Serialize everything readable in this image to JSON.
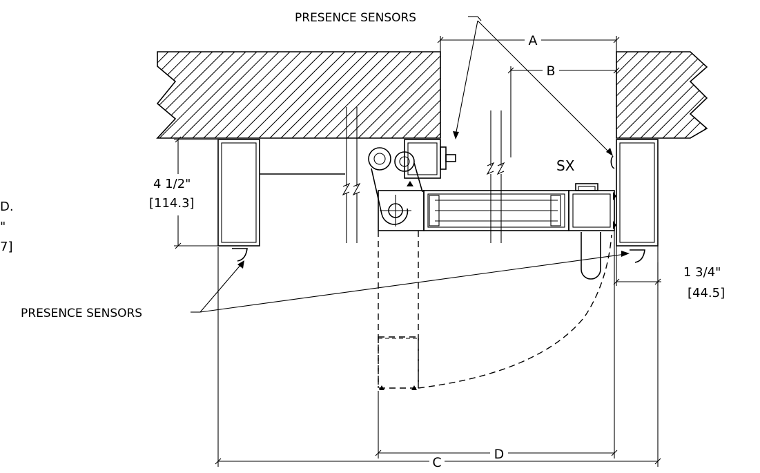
{
  "labels": {
    "presence_top": "PRESENCE SENSORS",
    "presence_bottom": "PRESENCE SENSORS",
    "dim_a": "A",
    "dim_b": "B",
    "dim_c": "C",
    "dim_d": "D",
    "sx": "SX",
    "height_in": "4 1/2\"",
    "height_mm": "[114.3]",
    "side_in": "1 3/4\"",
    "side_mm": "[44.5]",
    "left_fragment_1": "D.",
    "left_fragment_2": "\"",
    "left_fragment_3": "7]"
  }
}
